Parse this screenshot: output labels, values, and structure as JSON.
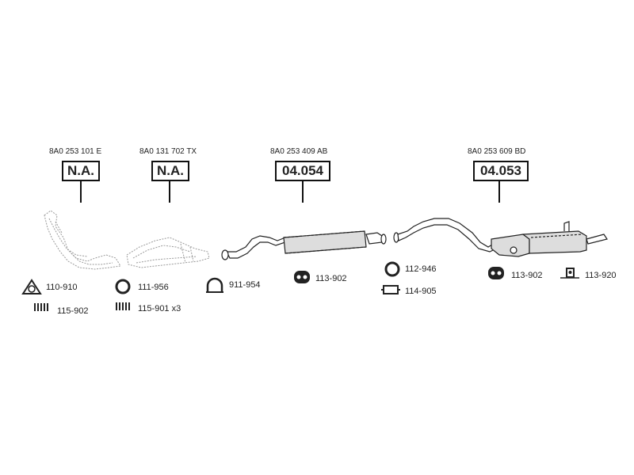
{
  "assemblies": [
    {
      "part_number": "8A0 253 101 E",
      "code": "N.A."
    },
    {
      "part_number": "8A0 131 702 TX",
      "code": "N.A."
    },
    {
      "part_number": "8A0 253 409 AB",
      "code": "04.054"
    },
    {
      "part_number": "8A0 253 609 BD",
      "code": "04.053"
    }
  ],
  "accessories": [
    {
      "icon": "flange-gasket-icon",
      "label": "110-910"
    },
    {
      "icon": "spring-icon",
      "label": "115-902"
    },
    {
      "icon": "ring-gasket-icon",
      "label": "111-956"
    },
    {
      "icon": "springs-icon",
      "label": "115-901 x3"
    },
    {
      "icon": "u-clamp-icon",
      "label": "911-954"
    },
    {
      "icon": "rubber-mount-icon",
      "label": "113-902"
    },
    {
      "icon": "ring-gasket-icon",
      "label": "112-946"
    },
    {
      "icon": "band-clamp-icon",
      "label": "114-905"
    },
    {
      "icon": "rubber-mount-icon",
      "label": "113-902"
    },
    {
      "icon": "bracket-icon",
      "label": "113-920"
    }
  ]
}
